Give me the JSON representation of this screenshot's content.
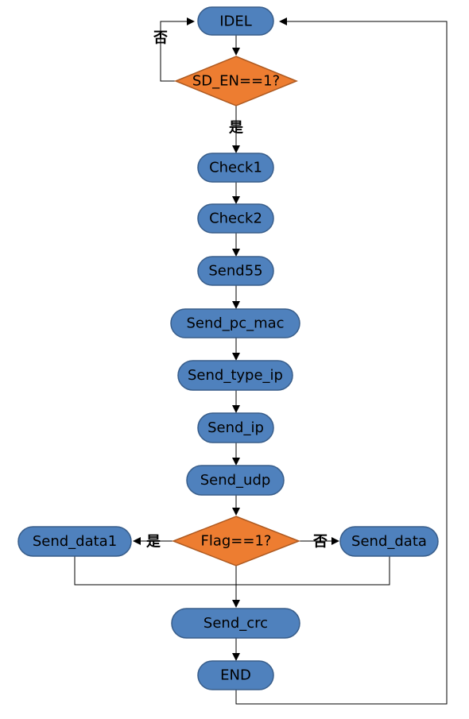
{
  "colors": {
    "process_fill": "#4f81bd",
    "process_stroke": "#385d8a",
    "decision_fill": "#ed7d31",
    "decision_stroke": "#ae5a21",
    "line": "#000000"
  },
  "nodes": {
    "idel": "IDEL",
    "sd_en_check": "SD_EN==1?",
    "check1": "Check1",
    "check2": "Check2",
    "send55": "Send55",
    "send_pc_mac": "Send_pc_mac",
    "send_type_ip": "Send_type_ip",
    "send_ip": "Send_ip",
    "send_udp": "Send_udp",
    "flag_check": "Flag==1?",
    "send_data1": "Send_data1",
    "send_data": "Send_data",
    "send_crc": "Send_crc",
    "end": "END"
  },
  "edges": {
    "sd_en_no": "否",
    "sd_en_yes": "是",
    "flag_yes": "是",
    "flag_no": "否"
  }
}
